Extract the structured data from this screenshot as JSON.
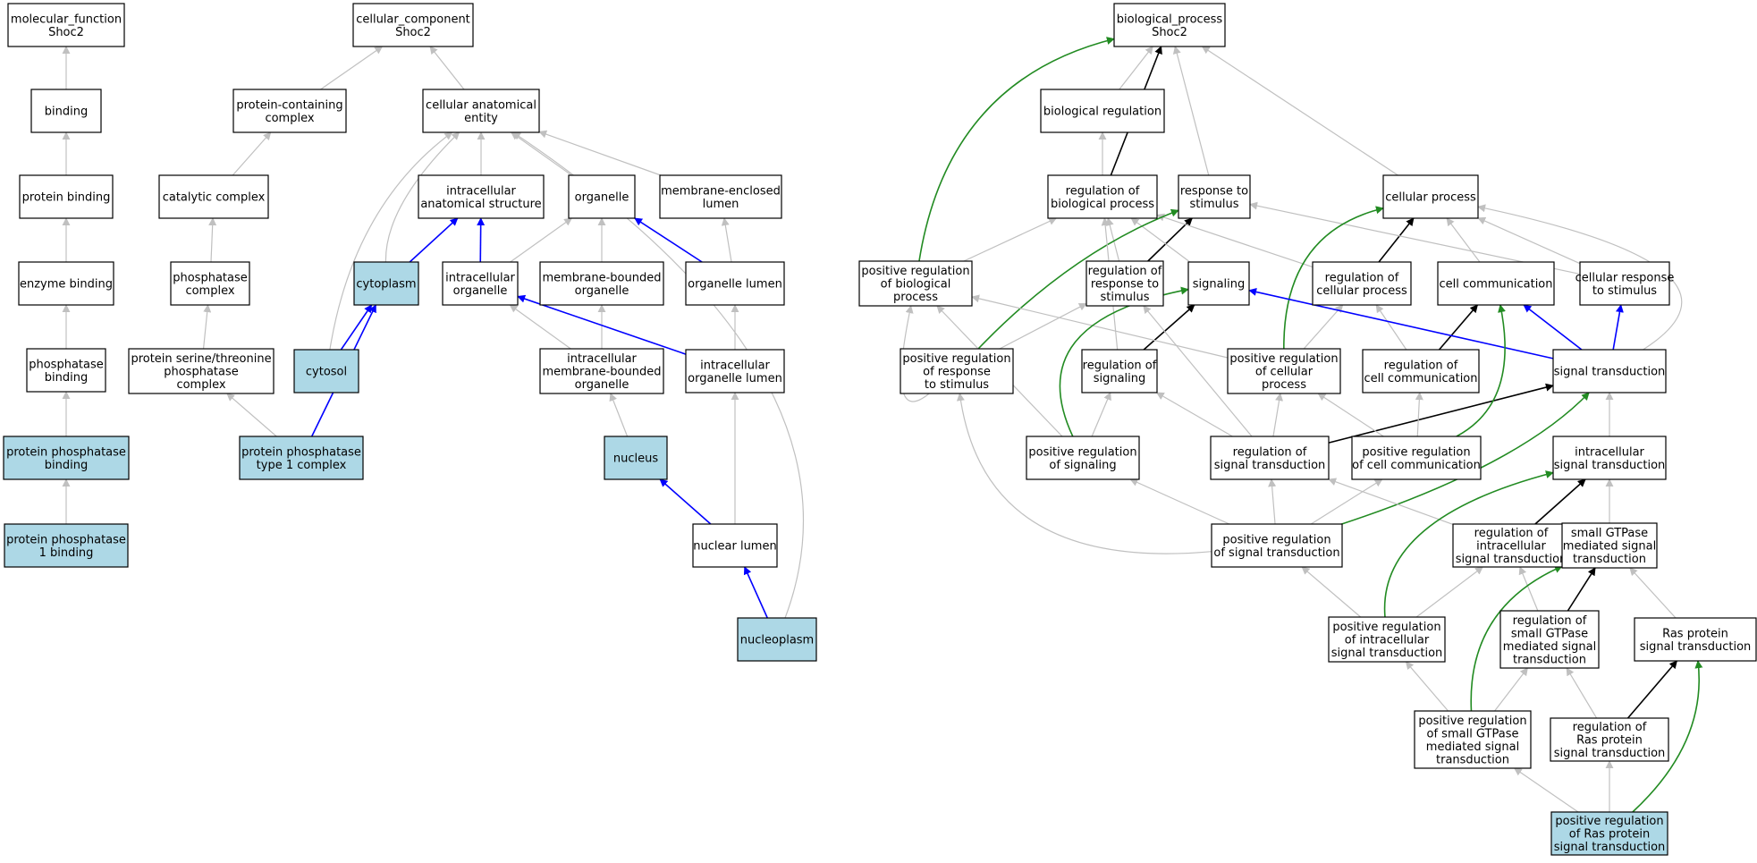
{
  "colors": {
    "node_fill": "#ffffff",
    "node_highlight": "#add8e6",
    "edge_is_a": "#c0c0c0",
    "edge_part_of": "#0000ff",
    "edge_regulates": "#000000",
    "edge_positively_regulates": "#228b22"
  },
  "nodes": [
    {
      "id": "mf_root",
      "lines": [
        "molecular_function",
        "Shoc2"
      ],
      "highlight": false
    },
    {
      "id": "binding",
      "lines": [
        "binding"
      ],
      "highlight": false
    },
    {
      "id": "protein_binding",
      "lines": [
        "protein binding"
      ],
      "highlight": false
    },
    {
      "id": "enzyme_binding",
      "lines": [
        "enzyme binding"
      ],
      "highlight": false
    },
    {
      "id": "phosphatase_binding",
      "lines": [
        "phosphatase",
        "binding"
      ],
      "highlight": false
    },
    {
      "id": "pp_binding",
      "lines": [
        "protein phosphatase",
        "binding"
      ],
      "highlight": true
    },
    {
      "id": "pp1_binding",
      "lines": [
        "protein phosphatase",
        "1 binding"
      ],
      "highlight": true
    },
    {
      "id": "cc_root",
      "lines": [
        "cellular_component",
        "Shoc2"
      ],
      "highlight": false
    },
    {
      "id": "protein_containing_complex",
      "lines": [
        "protein-containing",
        "complex"
      ],
      "highlight": false
    },
    {
      "id": "cellular_anatomical_entity",
      "lines": [
        "cellular anatomical",
        "entity"
      ],
      "highlight": false
    },
    {
      "id": "catalytic_complex",
      "lines": [
        "catalytic complex"
      ],
      "highlight": false
    },
    {
      "id": "intracellular_anatomical_structure",
      "lines": [
        "intracellular",
        "anatomical structure"
      ],
      "highlight": false
    },
    {
      "id": "organelle",
      "lines": [
        "organelle"
      ],
      "highlight": false
    },
    {
      "id": "membrane_enclosed_lumen",
      "lines": [
        "membrane-enclosed",
        "lumen"
      ],
      "highlight": false
    },
    {
      "id": "phosphatase_complex",
      "lines": [
        "phosphatase",
        "complex"
      ],
      "highlight": false
    },
    {
      "id": "cytoplasm",
      "lines": [
        "cytoplasm"
      ],
      "highlight": true
    },
    {
      "id": "intracellular_organelle",
      "lines": [
        "intracellular",
        "organelle"
      ],
      "highlight": false
    },
    {
      "id": "membrane_bounded_organelle",
      "lines": [
        "membrane-bounded",
        "organelle"
      ],
      "highlight": false
    },
    {
      "id": "organelle_lumen",
      "lines": [
        "organelle lumen"
      ],
      "highlight": false
    },
    {
      "id": "ser_thr_phosphatase_complex",
      "lines": [
        "protein serine/threonine",
        "phosphatase",
        "complex"
      ],
      "highlight": false
    },
    {
      "id": "cytosol",
      "lines": [
        "cytosol"
      ],
      "highlight": true
    },
    {
      "id": "intracellular_membrane_bounded_organelle",
      "lines": [
        "intracellular",
        "membrane-bounded",
        "organelle"
      ],
      "highlight": false
    },
    {
      "id": "intracellular_organelle_lumen",
      "lines": [
        "intracellular",
        "organelle lumen"
      ],
      "highlight": false
    },
    {
      "id": "pp_type1_complex",
      "lines": [
        "protein phosphatase",
        "type 1 complex"
      ],
      "highlight": true
    },
    {
      "id": "nucleus",
      "lines": [
        "nucleus"
      ],
      "highlight": true
    },
    {
      "id": "nuclear_lumen",
      "lines": [
        "nuclear lumen"
      ],
      "highlight": false
    },
    {
      "id": "nucleoplasm",
      "lines": [
        "nucleoplasm"
      ],
      "highlight": true
    },
    {
      "id": "bp_root",
      "lines": [
        "biological_process",
        "Shoc2"
      ],
      "highlight": false
    },
    {
      "id": "biological_regulation",
      "lines": [
        "biological regulation"
      ],
      "highlight": false
    },
    {
      "id": "reg_biological_process",
      "lines": [
        "regulation of",
        "biological process"
      ],
      "highlight": false
    },
    {
      "id": "response_to_stimulus",
      "lines": [
        "response to",
        "stimulus"
      ],
      "highlight": false
    },
    {
      "id": "cellular_process",
      "lines": [
        "cellular process"
      ],
      "highlight": false
    },
    {
      "id": "pos_reg_biological_process",
      "lines": [
        "positive regulation",
        "of biological",
        "process"
      ],
      "highlight": false
    },
    {
      "id": "reg_response_to_stimulus",
      "lines": [
        "regulation of",
        "response to",
        "stimulus"
      ],
      "highlight": false
    },
    {
      "id": "signaling",
      "lines": [
        "signaling"
      ],
      "highlight": false
    },
    {
      "id": "reg_cellular_process",
      "lines": [
        "regulation of",
        "cellular process"
      ],
      "highlight": false
    },
    {
      "id": "cell_communication",
      "lines": [
        "cell communication"
      ],
      "highlight": false
    },
    {
      "id": "cellular_response_to_stimulus",
      "lines": [
        "cellular response",
        "to stimulus"
      ],
      "highlight": false
    },
    {
      "id": "pos_reg_response_to_stimulus",
      "lines": [
        "positive regulation",
        "of response",
        "to stimulus"
      ],
      "highlight": false
    },
    {
      "id": "reg_signaling",
      "lines": [
        "regulation of",
        "signaling"
      ],
      "highlight": false
    },
    {
      "id": "pos_reg_cellular_process",
      "lines": [
        "positive regulation",
        "of cellular",
        "process"
      ],
      "highlight": false
    },
    {
      "id": "reg_cell_communication",
      "lines": [
        "regulation of",
        "cell communication"
      ],
      "highlight": false
    },
    {
      "id": "signal_transduction",
      "lines": [
        "signal transduction"
      ],
      "highlight": false
    },
    {
      "id": "pos_reg_signaling",
      "lines": [
        "positive regulation",
        "of signaling"
      ],
      "highlight": false
    },
    {
      "id": "reg_signal_transduction",
      "lines": [
        "regulation of",
        "signal transduction"
      ],
      "highlight": false
    },
    {
      "id": "pos_reg_cell_communication",
      "lines": [
        "positive regulation",
        "of cell communication"
      ],
      "highlight": false
    },
    {
      "id": "intracellular_signal_transduction",
      "lines": [
        "intracellular",
        "signal transduction"
      ],
      "highlight": false
    },
    {
      "id": "pos_reg_signal_transduction",
      "lines": [
        "positive regulation",
        "of signal transduction"
      ],
      "highlight": false
    },
    {
      "id": "reg_intracellular_signal_transduction",
      "lines": [
        "regulation of",
        "intracellular",
        "signal transduction"
      ],
      "highlight": false
    },
    {
      "id": "small_gtpase_signal_transduction",
      "lines": [
        "small GTPase",
        "mediated signal",
        "transduction"
      ],
      "highlight": false
    },
    {
      "id": "pos_reg_intracellular_signal_transduction",
      "lines": [
        "positive regulation",
        "of intracellular",
        "signal transduction"
      ],
      "highlight": false
    },
    {
      "id": "reg_small_gtpase_signal_transduction",
      "lines": [
        "regulation of",
        "small GTPase",
        "mediated signal",
        "transduction"
      ],
      "highlight": false
    },
    {
      "id": "ras_signal_transduction",
      "lines": [
        "Ras protein",
        "signal transduction"
      ],
      "highlight": false
    },
    {
      "id": "pos_reg_small_gtpase_signal_transduction",
      "lines": [
        "positive regulation",
        "of small GTPase",
        "mediated signal",
        "transduction"
      ],
      "highlight": false
    },
    {
      "id": "reg_ras_signal_transduction",
      "lines": [
        "regulation of",
        "Ras protein",
        "signal transduction"
      ],
      "highlight": false
    },
    {
      "id": "pos_reg_ras_signal_transduction",
      "lines": [
        "positive regulation",
        "of Ras protein",
        "signal transduction"
      ],
      "highlight": true
    }
  ],
  "edges": [
    {
      "from": "binding",
      "to": "mf_root",
      "type": "is_a"
    },
    {
      "from": "protein_binding",
      "to": "binding",
      "type": "is_a"
    },
    {
      "from": "enzyme_binding",
      "to": "protein_binding",
      "type": "is_a"
    },
    {
      "from": "phosphatase_binding",
      "to": "enzyme_binding",
      "type": "is_a"
    },
    {
      "from": "pp_binding",
      "to": "phosphatase_binding",
      "type": "is_a"
    },
    {
      "from": "pp1_binding",
      "to": "pp_binding",
      "type": "is_a"
    },
    {
      "from": "protein_containing_complex",
      "to": "cc_root",
      "type": "is_a"
    },
    {
      "from": "cellular_anatomical_entity",
      "to": "cc_root",
      "type": "is_a"
    },
    {
      "from": "catalytic_complex",
      "to": "protein_containing_complex",
      "type": "is_a"
    },
    {
      "from": "phosphatase_complex",
      "to": "catalytic_complex",
      "type": "is_a"
    },
    {
      "from": "ser_thr_phosphatase_complex",
      "to": "phosphatase_complex",
      "type": "is_a"
    },
    {
      "from": "pp_type1_complex",
      "to": "ser_thr_phosphatase_complex",
      "type": "is_a"
    },
    {
      "from": "pp_type1_complex",
      "to": "cytoplasm",
      "type": "part_of"
    },
    {
      "from": "intracellular_anatomical_structure",
      "to": "cellular_anatomical_entity",
      "type": "is_a"
    },
    {
      "from": "organelle",
      "to": "cellular_anatomical_entity",
      "type": "is_a"
    },
    {
      "from": "membrane_enclosed_lumen",
      "to": "cellular_anatomical_entity",
      "type": "is_a"
    },
    {
      "from": "cytoplasm",
      "to": "cellular_anatomical_entity",
      "type": "is_a"
    },
    {
      "from": "cytoplasm",
      "to": "intracellular_anatomical_structure",
      "type": "part_of"
    },
    {
      "from": "cytosol",
      "to": "cellular_anatomical_entity",
      "type": "is_a"
    },
    {
      "from": "cytosol",
      "to": "cytoplasm",
      "type": "part_of"
    },
    {
      "from": "intracellular_organelle",
      "to": "intracellular_anatomical_structure",
      "type": "part_of"
    },
    {
      "from": "intracellular_organelle",
      "to": "organelle",
      "type": "is_a"
    },
    {
      "from": "membrane_bounded_organelle",
      "to": "organelle",
      "type": "is_a"
    },
    {
      "from": "organelle_lumen",
      "to": "organelle",
      "type": "part_of"
    },
    {
      "from": "organelle_lumen",
      "to": "membrane_enclosed_lumen",
      "type": "is_a"
    },
    {
      "from": "intracellular_membrane_bounded_organelle",
      "to": "intracellular_organelle",
      "type": "is_a"
    },
    {
      "from": "intracellular_membrane_bounded_organelle",
      "to": "membrane_bounded_organelle",
      "type": "is_a"
    },
    {
      "from": "intracellular_organelle_lumen",
      "to": "intracellular_organelle",
      "type": "part_of"
    },
    {
      "from": "intracellular_organelle_lumen",
      "to": "organelle_lumen",
      "type": "is_a"
    },
    {
      "from": "nucleus",
      "to": "intracellular_membrane_bounded_organelle",
      "type": "is_a"
    },
    {
      "from": "nuclear_lumen",
      "to": "intracellular_organelle_lumen",
      "type": "is_a"
    },
    {
      "from": "nuclear_lumen",
      "to": "nucleus",
      "type": "part_of"
    },
    {
      "from": "nucleoplasm",
      "to": "nuclear_lumen",
      "type": "part_of"
    },
    {
      "from": "nucleoplasm",
      "to": "cellular_anatomical_entity",
      "type": "is_a"
    },
    {
      "from": "biological_regulation",
      "to": "bp_root",
      "type": "is_a"
    },
    {
      "from": "reg_biological_process",
      "to": "bp_root",
      "type": "regulates"
    },
    {
      "from": "reg_biological_process",
      "to": "biological_regulation",
      "type": "is_a"
    },
    {
      "from": "response_to_stimulus",
      "to": "bp_root",
      "type": "is_a"
    },
    {
      "from": "cellular_process",
      "to": "bp_root",
      "type": "is_a"
    },
    {
      "from": "pos_reg_biological_process",
      "to": "bp_root",
      "type": "positively_regulates"
    },
    {
      "from": "pos_reg_biological_process",
      "to": "reg_biological_process",
      "type": "is_a"
    },
    {
      "from": "reg_response_to_stimulus",
      "to": "reg_biological_process",
      "type": "is_a"
    },
    {
      "from": "reg_response_to_stimulus",
      "to": "response_to_stimulus",
      "type": "regulates"
    },
    {
      "from": "signaling",
      "to": "reg_biological_process",
      "type": "is_a"
    },
    {
      "from": "reg_cellular_process",
      "to": "reg_biological_process",
      "type": "is_a"
    },
    {
      "from": "reg_cellular_process",
      "to": "cellular_process",
      "type": "regulates"
    },
    {
      "from": "cell_communication",
      "to": "cellular_process",
      "type": "is_a"
    },
    {
      "from": "cellular_response_to_stimulus",
      "to": "cellular_process",
      "type": "is_a"
    },
    {
      "from": "cellular_response_to_stimulus",
      "to": "response_to_stimulus",
      "type": "is_a"
    },
    {
      "from": "pos_reg_response_to_stimulus",
      "to": "pos_reg_biological_process",
      "type": "is_a"
    },
    {
      "from": "pos_reg_response_to_stimulus",
      "to": "reg_response_to_stimulus",
      "type": "is_a"
    },
    {
      "from": "pos_reg_response_to_stimulus",
      "to": "response_to_stimulus",
      "type": "positively_regulates"
    },
    {
      "from": "reg_signaling",
      "to": "reg_biological_process",
      "type": "is_a"
    },
    {
      "from": "reg_signaling",
      "to": "signaling",
      "type": "regulates"
    },
    {
      "from": "pos_reg_cellular_process",
      "to": "pos_reg_biological_process",
      "type": "is_a"
    },
    {
      "from": "pos_reg_cellular_process",
      "to": "reg_cellular_process",
      "type": "is_a"
    },
    {
      "from": "pos_reg_cellular_process",
      "to": "cellular_process",
      "type": "positively_regulates"
    },
    {
      "from": "reg_cell_communication",
      "to": "reg_cellular_process",
      "type": "is_a"
    },
    {
      "from": "reg_cell_communication",
      "to": "cell_communication",
      "type": "regulates"
    },
    {
      "from": "signal_transduction",
      "to": "signaling",
      "type": "part_of"
    },
    {
      "from": "signal_transduction",
      "to": "cell_communication",
      "type": "part_of"
    },
    {
      "from": "signal_transduction",
      "to": "cellular_response_to_stimulus",
      "type": "part_of"
    },
    {
      "from": "signal_transduction",
      "to": "cellular_process",
      "type": "is_a"
    },
    {
      "from": "pos_reg_signaling",
      "to": "pos_reg_biological_process",
      "type": "is_a"
    },
    {
      "from": "pos_reg_signaling",
      "to": "reg_signaling",
      "type": "is_a"
    },
    {
      "from": "pos_reg_signaling",
      "to": "signaling",
      "type": "positively_regulates"
    },
    {
      "from": "reg_signal_transduction",
      "to": "reg_signaling",
      "type": "is_a"
    },
    {
      "from": "reg_signal_transduction",
      "to": "reg_response_to_stimulus",
      "type": "is_a"
    },
    {
      "from": "reg_signal_transduction",
      "to": "pos_reg_cellular_process",
      "type": "is_a"
    },
    {
      "from": "reg_signal_transduction",
      "to": "signal_transduction",
      "type": "regulates"
    },
    {
      "from": "pos_reg_cell_communication",
      "to": "pos_reg_cellular_process",
      "type": "is_a"
    },
    {
      "from": "pos_reg_cell_communication",
      "to": "reg_cell_communication",
      "type": "is_a"
    },
    {
      "from": "pos_reg_cell_communication",
      "to": "cell_communication",
      "type": "positively_regulates"
    },
    {
      "from": "intracellular_signal_transduction",
      "to": "signal_transduction",
      "type": "is_a"
    },
    {
      "from": "pos_reg_signal_transduction",
      "to": "pos_reg_signaling",
      "type": "is_a"
    },
    {
      "from": "pos_reg_signal_transduction",
      "to": "reg_signal_transduction",
      "type": "is_a"
    },
    {
      "from": "pos_reg_signal_transduction",
      "to": "pos_reg_cell_communication",
      "type": "is_a"
    },
    {
      "from": "pos_reg_signal_transduction",
      "to": "pos_reg_response_to_stimulus",
      "type": "is_a"
    },
    {
      "from": "pos_reg_signal_transduction",
      "to": "signal_transduction",
      "type": "positively_regulates"
    },
    {
      "from": "reg_intracellular_signal_transduction",
      "to": "reg_signal_transduction",
      "type": "is_a"
    },
    {
      "from": "reg_intracellular_signal_transduction",
      "to": "intracellular_signal_transduction",
      "type": "regulates"
    },
    {
      "from": "small_gtpase_signal_transduction",
      "to": "intracellular_signal_transduction",
      "type": "is_a"
    },
    {
      "from": "pos_reg_intracellular_signal_transduction",
      "to": "pos_reg_signal_transduction",
      "type": "is_a"
    },
    {
      "from": "pos_reg_intracellular_signal_transduction",
      "to": "reg_intracellular_signal_transduction",
      "type": "is_a"
    },
    {
      "from": "pos_reg_intracellular_signal_transduction",
      "to": "intracellular_signal_transduction",
      "type": "positively_regulates"
    },
    {
      "from": "reg_small_gtpase_signal_transduction",
      "to": "reg_intracellular_signal_transduction",
      "type": "is_a"
    },
    {
      "from": "reg_small_gtpase_signal_transduction",
      "to": "small_gtpase_signal_transduction",
      "type": "regulates"
    },
    {
      "from": "ras_signal_transduction",
      "to": "small_gtpase_signal_transduction",
      "type": "is_a"
    },
    {
      "from": "pos_reg_small_gtpase_signal_transduction",
      "to": "pos_reg_intracellular_signal_transduction",
      "type": "is_a"
    },
    {
      "from": "pos_reg_small_gtpase_signal_transduction",
      "to": "reg_small_gtpase_signal_transduction",
      "type": "is_a"
    },
    {
      "from": "pos_reg_small_gtpase_signal_transduction",
      "to": "small_gtpase_signal_transduction",
      "type": "positively_regulates"
    },
    {
      "from": "reg_ras_signal_transduction",
      "to": "reg_small_gtpase_signal_transduction",
      "type": "is_a"
    },
    {
      "from": "reg_ras_signal_transduction",
      "to": "ras_signal_transduction",
      "type": "regulates"
    },
    {
      "from": "pos_reg_ras_signal_transduction",
      "to": "pos_reg_small_gtpase_signal_transduction",
      "type": "is_a"
    },
    {
      "from": "pos_reg_ras_signal_transduction",
      "to": "reg_ras_signal_transduction",
      "type": "is_a"
    },
    {
      "from": "pos_reg_ras_signal_transduction",
      "to": "ras_signal_transduction",
      "type": "positively_regulates"
    }
  ]
}
